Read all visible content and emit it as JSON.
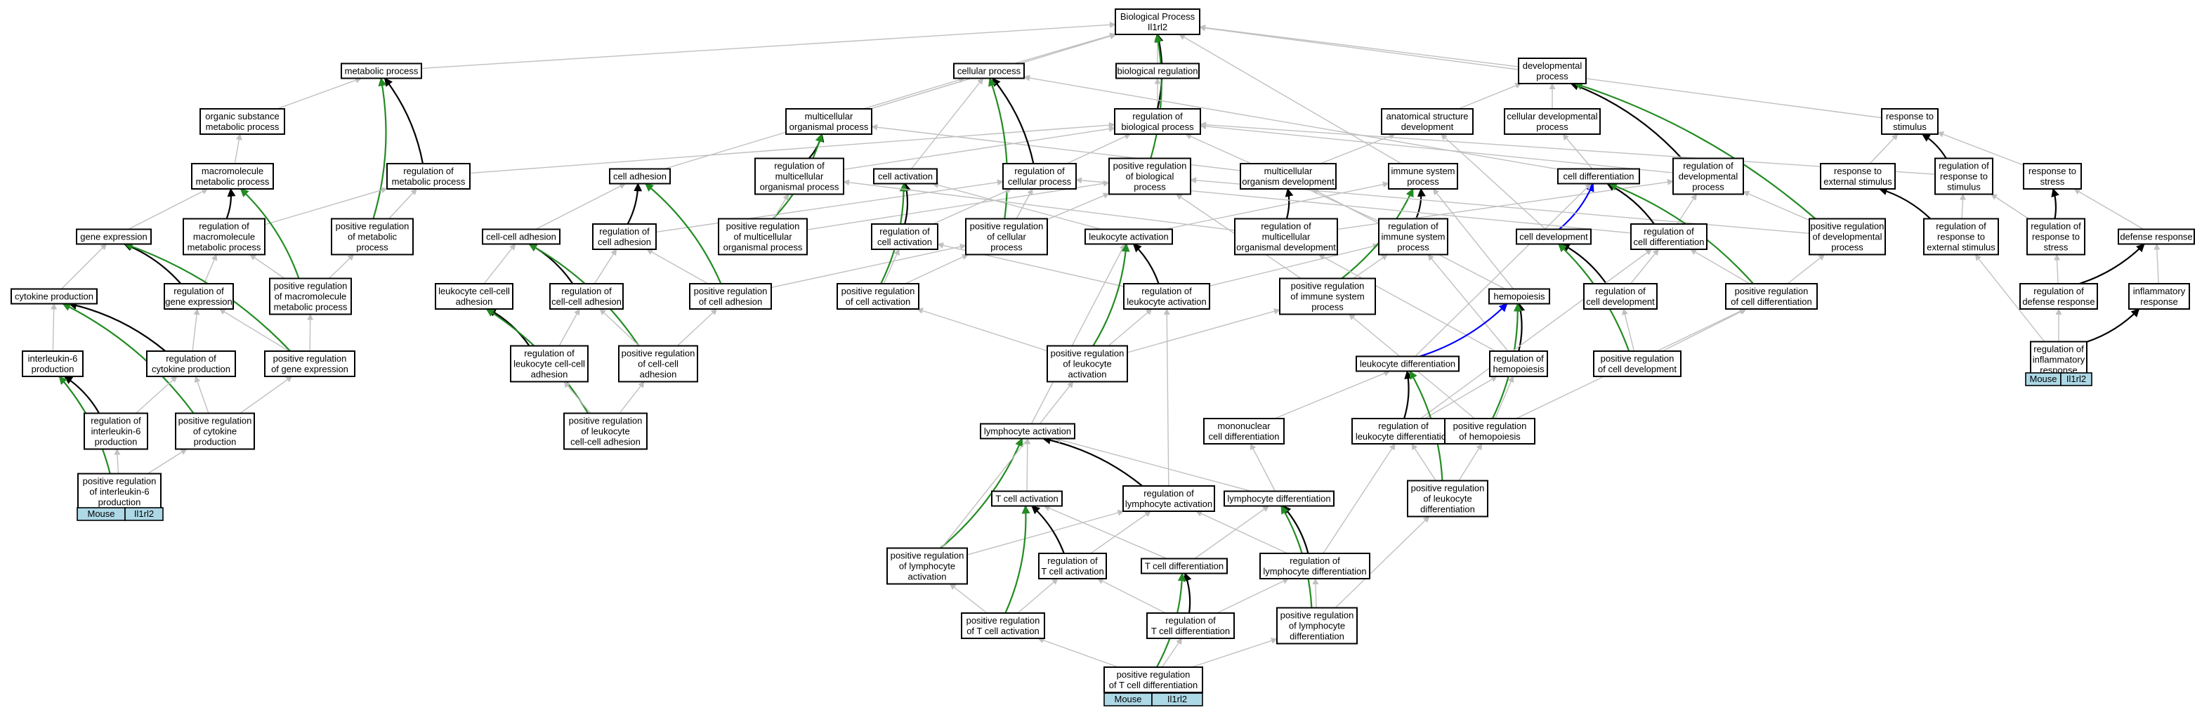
{
  "colors": {
    "grey": "#c0c0c0",
    "black": "#000000",
    "green": "#228b22",
    "blue": "#0000ff",
    "tag": "#add8e6"
  },
  "nodes": {
    "bp": [
      "Biological Process",
      "Il1rl2"
    ],
    "metabolic": [
      "metabolic process"
    ],
    "cellular": [
      "cellular process"
    ],
    "bioreg": [
      "biological regulation"
    ],
    "devproc": [
      "developmental",
      "process"
    ],
    "orgsub": [
      "organic substance",
      "metabolic process"
    ],
    "multiorg": [
      "multicellular",
      "organismal process"
    ],
    "regbio": [
      "regulation of",
      "biological process"
    ],
    "anatdev": [
      "anatomical structure",
      "development"
    ],
    "celldevproc": [
      "cellular developmental",
      "process"
    ],
    "respstim": [
      "response to",
      "stimulus"
    ],
    "macromet": [
      "macromolecule",
      "metabolic process"
    ],
    "regmet": [
      "regulation of",
      "metabolic process"
    ],
    "celladh": [
      "cell adhesion"
    ],
    "regmulti": [
      "regulation of",
      "multicellular",
      "organismal process"
    ],
    "cellact": [
      "cell activation"
    ],
    "regcell": [
      "regulation of",
      "cellular process"
    ],
    "posregbio": [
      "positive regulation",
      "of biological",
      "process"
    ],
    "multidev": [
      "multicellular",
      "organism development"
    ],
    "immsys": [
      "immune system",
      "process"
    ],
    "celldiff": [
      "cell differentiation"
    ],
    "regdev": [
      "regulation of",
      "developmental",
      "process"
    ],
    "respext": [
      "response to",
      "external stimulus"
    ],
    "regresp": [
      "regulation of",
      "response to",
      "stimulus"
    ],
    "respstress": [
      "response to",
      "stress"
    ],
    "geneexp": [
      "gene expression"
    ],
    "regmacro": [
      "regulation of",
      "macromolecule",
      "metabolic process"
    ],
    "posregmet": [
      "positive regulation",
      "of metabolic",
      "process"
    ],
    "ccadh": [
      "cell-cell adhesion"
    ],
    "regcelladh": [
      "regulation of",
      "cell adhesion"
    ],
    "posregmulti": [
      "positive regulation",
      "of multicellular",
      "organismal process"
    ],
    "regcellact": [
      "regulation of",
      "cell activation"
    ],
    "posregcell": [
      "positive regulation",
      "of cellular",
      "process"
    ],
    "leukact": [
      "leukocyte activation"
    ],
    "regmultidev": [
      "regulation of",
      "multicellular",
      "organismal development"
    ],
    "regimm": [
      "regulation of",
      "immune system",
      "process"
    ],
    "celldev": [
      "cell development"
    ],
    "regcelldiff": [
      "regulation of",
      "cell differentiation"
    ],
    "posregdev": [
      "positive regulation",
      "of developmental",
      "process"
    ],
    "regrespext": [
      "regulation of",
      "response to",
      "external stimulus"
    ],
    "regrespstress": [
      "regulation of",
      "response to",
      "stress"
    ],
    "defresp": [
      "defense response"
    ],
    "cytoprod": [
      "cytokine production"
    ],
    "reggene": [
      "regulation of",
      "gene expression"
    ],
    "posregmacro": [
      "positive regulation",
      "of macromolecule",
      "metabolic process"
    ],
    "leukccadh": [
      "leukocyte cell-cell",
      "adhesion"
    ],
    "regccadh": [
      "regulation of",
      "cell-cell adhesion"
    ],
    "posregcelladh": [
      "positive regulation",
      "of cell adhesion"
    ],
    "posregcellact": [
      "positive regulation",
      "of cell activation"
    ],
    "regleukact": [
      "regulation of",
      "leukocyte activation"
    ],
    "posregimm": [
      "positive regulation",
      "of immune system",
      "process"
    ],
    "hemo": [
      "hemopoiesis"
    ],
    "regcelldev": [
      "regulation of",
      "cell development"
    ],
    "posregcelldiff": [
      "positive regulation",
      "of cell differentiation"
    ],
    "regdefresp": [
      "regulation of",
      "defense response"
    ],
    "inflresp": [
      "inflammatory",
      "response"
    ],
    "il6": [
      "interleukin-6",
      "production"
    ],
    "regcyto": [
      "regulation of",
      "cytokine production"
    ],
    "posreggene": [
      "positive regulation",
      "of gene expression"
    ],
    "regleukccadh": [
      "regulation of",
      "leukocyte cell-cell",
      "adhesion"
    ],
    "posregccadh": [
      "positive regulation",
      "of cell-cell",
      "adhesion"
    ],
    "posregleukact": [
      "positive regulation",
      "of leukocyte",
      "activation"
    ],
    "leukdiff": [
      "leukocyte differentiation"
    ],
    "reghemo": [
      "regulation of",
      "hemopoiesis"
    ],
    "posregcelldev": [
      "positive regulation",
      "of cell development"
    ],
    "reginflresp": [
      "regulation of",
      "inflammatory",
      "response"
    ],
    "regil6": [
      "regulation of",
      "interleukin-6",
      "production"
    ],
    "posregcyto": [
      "positive regulation",
      "of cytokine",
      "production"
    ],
    "posregleukccadh": [
      "positive regulation",
      "of leukocyte",
      "cell-cell adhesion"
    ],
    "lymphact": [
      "lymphocyte activation"
    ],
    "mononuc": [
      "mononuclear",
      "cell differentiation"
    ],
    "regleukdiff": [
      "regulation of",
      "leukocyte differentiation"
    ],
    "posreghemo": [
      "positive regulation",
      "of hemopoiesis"
    ],
    "posregil6": [
      "positive regulation",
      "of interleukin-6",
      "production"
    ],
    "tcellact": [
      "T cell activation"
    ],
    "reglymphact": [
      "regulation of",
      "lymphocyte activation"
    ],
    "lymphdiff": [
      "lymphocyte differentiation"
    ],
    "posregleukdiff": [
      "positive regulation",
      "of leukocyte",
      "differentiation"
    ],
    "posreglymphact": [
      "positive regulation",
      "of lymphocyte",
      "activation"
    ],
    "regtcellact": [
      "regulation of",
      "T cell activation"
    ],
    "tcelldiff": [
      "T cell differentiation"
    ],
    "reglymphdiff": [
      "regulation of",
      "lymphocyte differentiation"
    ],
    "posregtcellact": [
      "positive regulation",
      "of T cell activation"
    ],
    "regtcelldiff": [
      "regulation of",
      "T cell differentiation"
    ],
    "posreglymphdiff": [
      "positive regulation",
      "of lymphocyte",
      "differentiation"
    ],
    "posregtcelldiff": [
      "positive regulation",
      "of T cell differentiation"
    ]
  },
  "tags": [
    {
      "species": "Mouse",
      "gene": "Il1rl2"
    },
    {
      "species": "Mouse",
      "gene": "Il1rl2"
    },
    {
      "species": "Mouse",
      "gene": "Il1rl2"
    }
  ],
  "edges": [
    [
      "metabolic",
      "bp",
      "grey"
    ],
    [
      "cellular",
      "bp",
      "grey"
    ],
    [
      "bioreg",
      "bp",
      "grey"
    ],
    [
      "devproc",
      "bp",
      "grey"
    ],
    [
      "respstim",
      "bp",
      "grey"
    ],
    [
      "multiorg",
      "bp",
      "grey"
    ],
    [
      "regbio",
      "bioreg",
      "grey"
    ],
    [
      "regbio",
      "bp",
      "black"
    ],
    [
      "posregbio",
      "bp",
      "green"
    ],
    [
      "orgsub",
      "metabolic",
      "grey"
    ],
    [
      "macromet",
      "orgsub",
      "grey"
    ],
    [
      "geneexp",
      "macromet",
      "grey"
    ],
    [
      "cytoprod",
      "geneexp",
      "grey"
    ],
    [
      "il6",
      "cytoprod",
      "grey"
    ],
    [
      "regmet",
      "metabolic",
      "black"
    ],
    [
      "posregmet",
      "metabolic",
      "green"
    ],
    [
      "regmet",
      "regbio",
      "grey"
    ],
    [
      "regmacro",
      "macromet",
      "black"
    ],
    [
      "regmacro",
      "regmet",
      "grey"
    ],
    [
      "posregmacro",
      "macromet",
      "green"
    ],
    [
      "posregmacro",
      "regmacro",
      "grey"
    ],
    [
      "posregmacro",
      "posregmet",
      "grey"
    ],
    [
      "posregmet",
      "regmet",
      "grey"
    ],
    [
      "reggene",
      "geneexp",
      "black"
    ],
    [
      "reggene",
      "regmacro",
      "grey"
    ],
    [
      "posreggene",
      "geneexp",
      "green"
    ],
    [
      "posreggene",
      "reggene",
      "grey"
    ],
    [
      "posreggene",
      "posregmacro",
      "grey"
    ],
    [
      "regcyto",
      "cytoprod",
      "black"
    ],
    [
      "regcyto",
      "reggene",
      "grey"
    ],
    [
      "posregcyto",
      "cytoprod",
      "green"
    ],
    [
      "posregcyto",
      "regcyto",
      "grey"
    ],
    [
      "posregcyto",
      "posreggene",
      "grey"
    ],
    [
      "regil6",
      "il6",
      "black"
    ],
    [
      "regil6",
      "regcyto",
      "grey"
    ],
    [
      "posregil6",
      "il6",
      "green"
    ],
    [
      "posregil6",
      "regil6",
      "grey"
    ],
    [
      "posregil6",
      "posregcyto",
      "grey"
    ],
    [
      "celladh",
      "cellular",
      "grey"
    ],
    [
      "ccadh",
      "celladh",
      "grey"
    ],
    [
      "leukccadh",
      "ccadh",
      "grey"
    ],
    [
      "regcelladh",
      "celladh",
      "black"
    ],
    [
      "regcelladh",
      "regcell",
      "grey"
    ],
    [
      "posregcelladh",
      "celladh",
      "green"
    ],
    [
      "posregcelladh",
      "regcelladh",
      "grey"
    ],
    [
      "posregcelladh",
      "posregcell",
      "grey"
    ],
    [
      "regccadh",
      "ccadh",
      "black"
    ],
    [
      "regccadh",
      "regcelladh",
      "grey"
    ],
    [
      "posregccadh",
      "ccadh",
      "green"
    ],
    [
      "posregccadh",
      "regccadh",
      "grey"
    ],
    [
      "posregccadh",
      "posregcelladh",
      "grey"
    ],
    [
      "regleukccadh",
      "leukccadh",
      "black"
    ],
    [
      "regleukccadh",
      "regccadh",
      "grey"
    ],
    [
      "posregleukccadh",
      "leukccadh",
      "green"
    ],
    [
      "posregleukccadh",
      "regleukccadh",
      "grey"
    ],
    [
      "posregleukccadh",
      "posregccadh",
      "grey"
    ],
    [
      "regmulti",
      "multiorg",
      "black"
    ],
    [
      "regmulti",
      "regbio",
      "grey"
    ],
    [
      "posregmulti",
      "multiorg",
      "green"
    ],
    [
      "posregmulti",
      "regmulti",
      "grey"
    ],
    [
      "posregmulti",
      "posregbio",
      "grey"
    ],
    [
      "multiorg",
      "bp",
      "grey"
    ],
    [
      "multidev",
      "multiorg",
      "grey"
    ],
    [
      "multidev",
      "anatdev",
      "grey"
    ],
    [
      "anatdev",
      "devproc",
      "grey"
    ],
    [
      "cellact",
      "cellular",
      "grey"
    ],
    [
      "leukact",
      "cellact",
      "grey"
    ],
    [
      "lymphact",
      "leukact",
      "grey"
    ],
    [
      "tcellact",
      "lymphact",
      "grey"
    ],
    [
      "regcell",
      "cellular",
      "black"
    ],
    [
      "regcell",
      "regbio",
      "grey"
    ],
    [
      "posregcell",
      "cellular",
      "green"
    ],
    [
      "posregcell",
      "regcell",
      "grey"
    ],
    [
      "posregcell",
      "posregbio",
      "grey"
    ],
    [
      "regcellact",
      "cellact",
      "black"
    ],
    [
      "regcellact",
      "regcell",
      "grey"
    ],
    [
      "posregcellact",
      "cellact",
      "green"
    ],
    [
      "posregcellact",
      "regcellact",
      "grey"
    ],
    [
      "posregcellact",
      "posregcell",
      "grey"
    ],
    [
      "regleukact",
      "leukact",
      "black"
    ],
    [
      "regleukact",
      "regcellact",
      "grey"
    ],
    [
      "regleukact",
      "regimm",
      "grey"
    ],
    [
      "posregleukact",
      "leukact",
      "green"
    ],
    [
      "posregleukact",
      "regleukact",
      "grey"
    ],
    [
      "posregleukact",
      "posregcellact",
      "grey"
    ],
    [
      "posregleukact",
      "posregimm",
      "grey"
    ],
    [
      "reglymphact",
      "lymphact",
      "black"
    ],
    [
      "reglymphact",
      "regleukact",
      "grey"
    ],
    [
      "posreglymphact",
      "lymphact",
      "green"
    ],
    [
      "posreglymphact",
      "reglymphact",
      "grey"
    ],
    [
      "posreglymphact",
      "posregleukact",
      "grey"
    ],
    [
      "regtcellact",
      "tcellact",
      "black"
    ],
    [
      "regtcellact",
      "reglymphact",
      "grey"
    ],
    [
      "posregtcellact",
      "tcellact",
      "green"
    ],
    [
      "posregtcellact",
      "regtcellact",
      "grey"
    ],
    [
      "posregtcellact",
      "posreglymphact",
      "grey"
    ],
    [
      "immsys",
      "bp",
      "grey"
    ],
    [
      "leukact",
      "immsys",
      "grey"
    ],
    [
      "hemo",
      "immsys",
      "grey"
    ],
    [
      "regimm",
      "immsys",
      "black"
    ],
    [
      "regimm",
      "regbio",
      "grey"
    ],
    [
      "posregimm",
      "immsys",
      "green"
    ],
    [
      "posregimm",
      "regimm",
      "grey"
    ],
    [
      "posregimm",
      "posregbio",
      "grey"
    ],
    [
      "regmultidev",
      "multidev",
      "black"
    ],
    [
      "regmultidev",
      "regmulti",
      "grey"
    ],
    [
      "regmultidev",
      "regdev",
      "grey"
    ],
    [
      "celldevproc",
      "devproc",
      "grey"
    ],
    [
      "celldiff",
      "celldevproc",
      "grey"
    ],
    [
      "celldiff",
      "cellular",
      "grey"
    ],
    [
      "celldev",
      "celldiff",
      "blue"
    ],
    [
      "celldev",
      "anatdev",
      "grey"
    ],
    [
      "hemo",
      "multidev",
      "grey"
    ],
    [
      "regdev",
      "devproc",
      "black"
    ],
    [
      "regdev",
      "regbio",
      "grey"
    ],
    [
      "posregdev",
      "devproc",
      "green"
    ],
    [
      "posregdev",
      "regdev",
      "grey"
    ],
    [
      "posregdev",
      "posregbio",
      "grey"
    ],
    [
      "regcelldiff",
      "celldiff",
      "black"
    ],
    [
      "regcelldiff",
      "regcell",
      "grey"
    ],
    [
      "regcelldiff",
      "regdev",
      "grey"
    ],
    [
      "posregcelldiff",
      "celldiff",
      "green"
    ],
    [
      "posregcelldiff",
      "regcelldiff",
      "grey"
    ],
    [
      "posregcelldiff",
      "posregdev",
      "grey"
    ],
    [
      "regcelldev",
      "celldev",
      "black"
    ],
    [
      "regcelldev",
      "regcelldiff",
      "grey"
    ],
    [
      "posregcelldev",
      "celldev",
      "green"
    ],
    [
      "posregcelldev",
      "regcelldev",
      "grey"
    ],
    [
      "posregcelldev",
      "posregcelldiff",
      "grey"
    ],
    [
      "reghemo",
      "hemo",
      "black"
    ],
    [
      "reghemo",
      "regimm",
      "grey"
    ],
    [
      "reghemo",
      "regmultidev",
      "grey"
    ],
    [
      "posreghemo",
      "hemo",
      "green"
    ],
    [
      "posreghemo",
      "reghemo",
      "grey"
    ],
    [
      "posreghemo",
      "posregimm",
      "grey"
    ],
    [
      "posreghemo",
      "posregcelldiff",
      "grey"
    ],
    [
      "leukdiff",
      "hemo",
      "blue"
    ],
    [
      "leukdiff",
      "celldiff",
      "grey"
    ],
    [
      "mononuc",
      "leukdiff",
      "grey"
    ],
    [
      "lymphdiff",
      "mononuc",
      "grey"
    ],
    [
      "lymphdiff",
      "lymphact",
      "grey"
    ],
    [
      "tcelldiff",
      "lymphdiff",
      "grey"
    ],
    [
      "tcelldiff",
      "tcellact",
      "grey"
    ],
    [
      "regleukdiff",
      "leukdiff",
      "black"
    ],
    [
      "regleukdiff",
      "reghemo",
      "grey"
    ],
    [
      "regleukdiff",
      "regcelldiff",
      "grey"
    ],
    [
      "posregleukdiff",
      "leukdiff",
      "green"
    ],
    [
      "posregleukdiff",
      "regleukdiff",
      "grey"
    ],
    [
      "posregleukdiff",
      "posreghemo",
      "grey"
    ],
    [
      "reglymphdiff",
      "lymphdiff",
      "black"
    ],
    [
      "reglymphdiff",
      "regleukdiff",
      "grey"
    ],
    [
      "reglymphdiff",
      "reglymphact",
      "grey"
    ],
    [
      "posreglymphdiff",
      "lymphdiff",
      "green"
    ],
    [
      "posreglymphdiff",
      "reglymphdiff",
      "grey"
    ],
    [
      "posreglymphdiff",
      "posregleukdiff",
      "grey"
    ],
    [
      "regtcelldiff",
      "tcelldiff",
      "black"
    ],
    [
      "regtcelldiff",
      "reglymphdiff",
      "grey"
    ],
    [
      "regtcelldiff",
      "regtcellact",
      "grey"
    ],
    [
      "posregtcelldiff",
      "tcelldiff",
      "green"
    ],
    [
      "posregtcelldiff",
      "regtcelldiff",
      "grey"
    ],
    [
      "posregtcelldiff",
      "posreglymphdiff",
      "grey"
    ],
    [
      "posregtcelldiff",
      "posregtcellact",
      "grey"
    ],
    [
      "respext",
      "respstim",
      "grey"
    ],
    [
      "respstress",
      "respstim",
      "grey"
    ],
    [
      "defresp",
      "respstress",
      "grey"
    ],
    [
      "inflresp",
      "defresp",
      "grey"
    ],
    [
      "regresp",
      "respstim",
      "black"
    ],
    [
      "regresp",
      "regbio",
      "grey"
    ],
    [
      "regrespext",
      "respext",
      "black"
    ],
    [
      "regrespext",
      "regresp",
      "grey"
    ],
    [
      "regrespstress",
      "respstress",
      "black"
    ],
    [
      "regrespstress",
      "regresp",
      "grey"
    ],
    [
      "regdefresp",
      "defresp",
      "black"
    ],
    [
      "regdefresp",
      "regrespstress",
      "grey"
    ],
    [
      "reginflresp",
      "inflresp",
      "black"
    ],
    [
      "reginflresp",
      "regdefresp",
      "grey"
    ],
    [
      "reginflresp",
      "regrespext",
      "grey"
    ]
  ]
}
